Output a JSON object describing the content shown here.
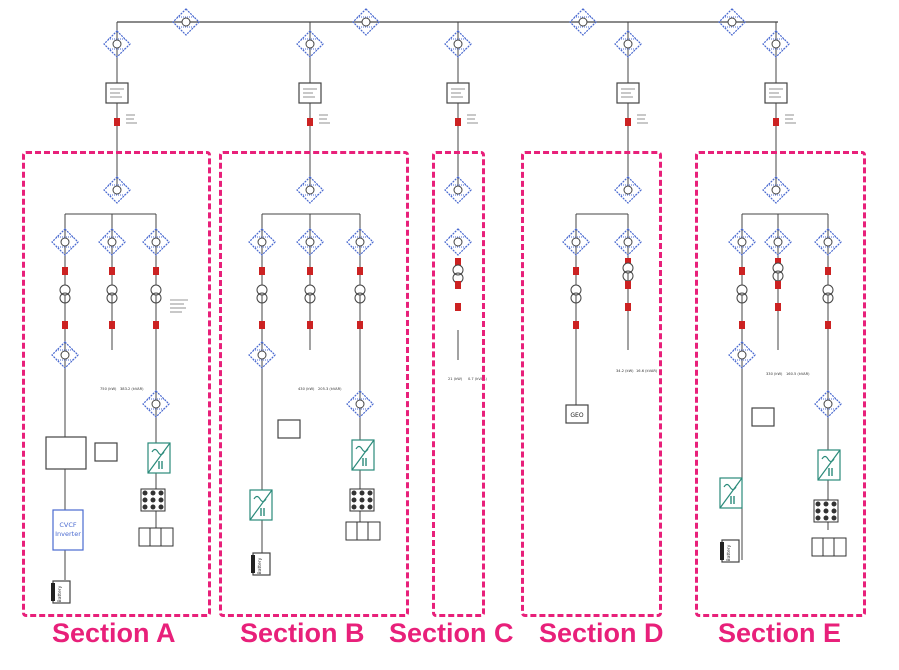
{
  "sections": [
    {
      "id": "A",
      "label": "Section A"
    },
    {
      "id": "B",
      "label": "Section B"
    },
    {
      "id": "C",
      "label": "Section C"
    },
    {
      "id": "D",
      "label": "Section D"
    },
    {
      "id": "E",
      "label": "Section E"
    }
  ],
  "component_labels": {
    "cvcf_inverter_line1": "CVCF",
    "cvcf_inverter_line2": "Inverter",
    "battery": "Battery",
    "geo": "GEO"
  },
  "load_ratings": {
    "A_left": "750 (kW)",
    "A_right": "383.2 (kVAR)",
    "B_left": "430 (kW)",
    "B_right": "205.3 (kVAR)",
    "C_left": "21 (kW)",
    "C_right": "0.7 (kVAR)",
    "D_left": "34.2 (kW)",
    "D_right": "16.6 (kVAR)",
    "E_left": "330 (kW)",
    "E_right": "160.5 (kVAR)"
  },
  "colors": {
    "section_border": "#e8207a",
    "breaker": "#cc2222",
    "schematic_line": "#444444",
    "node_blue": "#4a6ad0",
    "converter": "#2a8a7a"
  }
}
